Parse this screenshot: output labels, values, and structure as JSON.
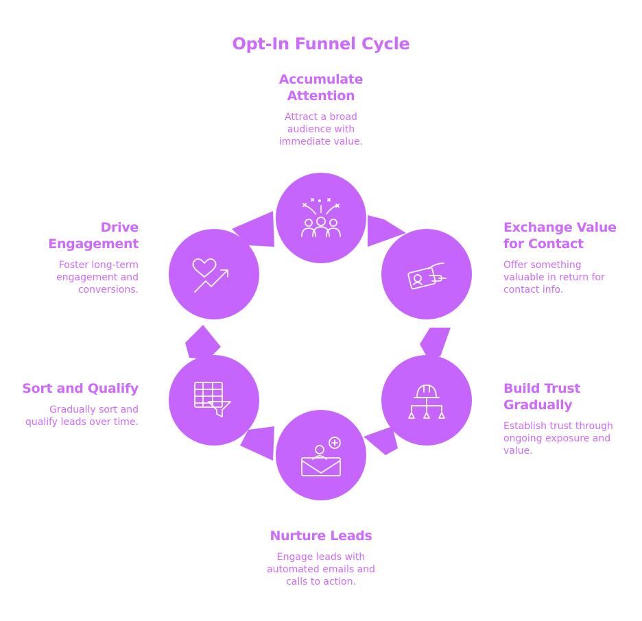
{
  "title": "Opt-In Funnel Cycle",
  "colors": {
    "primary": "#cd6bfa",
    "circle": "#c665fb",
    "icon_stroke": "#ffffff"
  },
  "steps": [
    {
      "heading": "Accumulate\nAttention",
      "description": "Attract a broad\naudience with\nimmediate value.",
      "icon": "audience-fireworks-icon"
    },
    {
      "heading": "Exchange Value\nfor Contact",
      "description": "Offer something\nvaluable in return for\ncontact info.",
      "icon": "contact-card-exchange-icon"
    },
    {
      "heading": "Build Trust\nGradually",
      "description": "Establish trust through\nongoing exposure and\nvalue.",
      "icon": "hierarchy-hardhat-icon"
    },
    {
      "heading": "Nurture Leads",
      "description": "Engage leads with\nautomated emails and\ncalls to action.",
      "icon": "email-add-contact-icon"
    },
    {
      "heading": "Sort and Qualify",
      "description": "Gradually sort and\nqualify leads over time.",
      "icon": "table-filter-icon"
    },
    {
      "heading": "Drive\nEngagement",
      "description": "Foster long-term\nengagement and\nconversions.",
      "icon": "heart-growth-icon"
    }
  ]
}
